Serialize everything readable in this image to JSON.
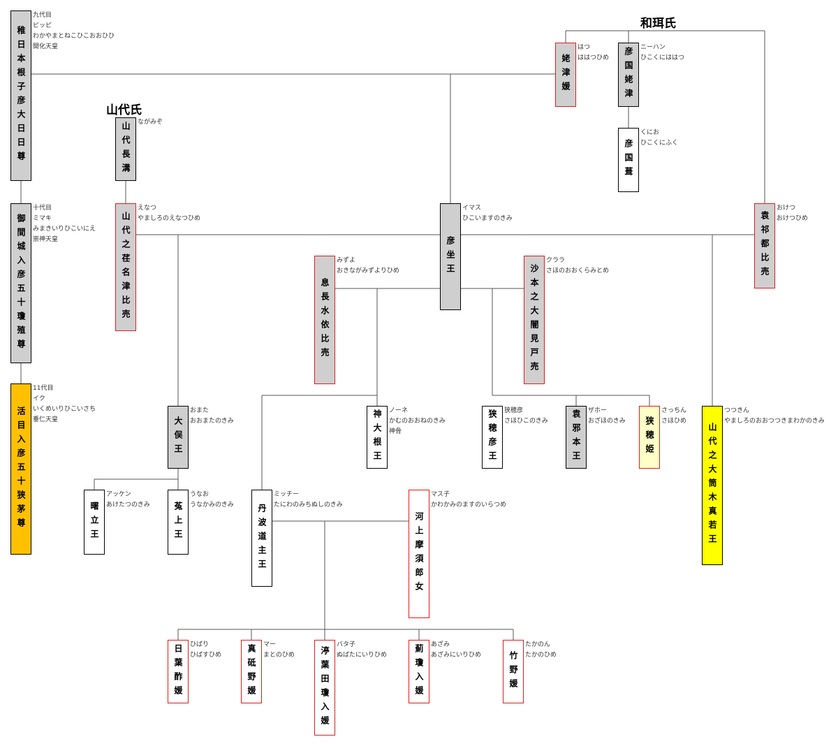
{
  "clans": {
    "wani": "和珥氏",
    "yamashiro": "山代氏"
  },
  "persons": {
    "kaika": {
      "name": "稚日本根子彦大日日尊",
      "notes": [
        "九代目",
        "ピッピ",
        "わかやまとねこひこおおひひ",
        "開化天皇"
      ]
    },
    "sujin": {
      "name": "御間城入彦五十瓊殖尊",
      "notes": [
        "十代目",
        "ミマキ",
        "みまきいりひこいにえ",
        "崇神天皇"
      ]
    },
    "suinin": {
      "name": "活目入彦五十狭茅尊",
      "notes": [
        "11代目",
        "イク",
        "いくめいりひこいさち",
        "垂仁天皇"
      ]
    },
    "hahatsu": {
      "name": "姥津媛",
      "notes": [
        "はつ",
        "ははつひめ"
      ]
    },
    "hikokuni_hahatsu": {
      "name": "彦国姥津",
      "notes": [
        "ニーハン",
        "ひこくにははつ"
      ]
    },
    "hikokuni_fuku": {
      "name": "彦国葺",
      "notes": [
        "くにお",
        "ひこくにふく"
      ]
    },
    "nagamizo": {
      "name": "山代長溝",
      "notes": [
        "ながみぞ"
      ]
    },
    "enatsu": {
      "name": "山代之荏名津比売",
      "notes": [
        "えなつ",
        "やましろのえなつひめ"
      ]
    },
    "imasu": {
      "name": "彦坐王",
      "notes": [
        "イマス",
        "ひこいますのきみ"
      ]
    },
    "okeshi": {
      "name": "袁祁都比売",
      "notes": [
        "おけつ",
        "おけつひめ"
      ]
    },
    "mizuyori": {
      "name": "息長水依比売",
      "notes": [
        "みずよ",
        "おきながみずよりひめ"
      ]
    },
    "kurami": {
      "name": "沙本之大闇見戸売",
      "notes": [
        "クララ",
        "さほのおおくらみとめ"
      ]
    },
    "omata": {
      "name": "大俣王",
      "notes": [
        "おまた",
        "おおまたのきみ"
      ]
    },
    "kamuoone": {
      "name": "神大根王",
      "notes": [
        "ノーネ",
        "かむのおおねのきみ",
        "神骨"
      ]
    },
    "sahobiko": {
      "name": "狭穂彦王",
      "notes": [
        "狭穂彦",
        "さほひこのきみ"
      ]
    },
    "zaho": {
      "name": "袁邪本王",
      "notes": [
        "ザホー",
        "おざほのきみ"
      ]
    },
    "sahobime": {
      "name": "狭穂姫",
      "notes": [
        "さっちん",
        "さほひめ"
      ]
    },
    "tsutsuki": {
      "name": "山代之大筒木真若王",
      "notes": [
        "つつきん",
        "やましろのおおつつきまわかのきみ"
      ]
    },
    "aketatsu": {
      "name": "曙立王",
      "notes": [
        "アッケン",
        "あけたつのきみ"
      ]
    },
    "unakami": {
      "name": "菟上王",
      "notes": [
        "うなお",
        "うなかみのきみ"
      ]
    },
    "michinoushi": {
      "name": "丹波道主王",
      "notes": [
        "ミッチー",
        "たにわのみちぬしのきみ"
      ]
    },
    "masuno": {
      "name": "河上摩須郎女",
      "notes": [
        "マス子",
        "かわかみのますのいらつめ"
      ]
    },
    "hibasu": {
      "name": "日葉酢媛",
      "notes": [
        "ひばり",
        "ひばすひめ"
      ]
    },
    "matono": {
      "name": "真砥野媛",
      "notes": [
        "マー",
        "まとのひめ"
      ]
    },
    "nubatani": {
      "name": "渟葉田瓊入媛",
      "notes": [
        "バタ子",
        "ぬばたにいりひめ"
      ]
    },
    "azami": {
      "name": "薊瓊入媛",
      "notes": [
        "あざみ",
        "あざみにいりひめ"
      ]
    },
    "takano": {
      "name": "竹野媛",
      "notes": [
        "たかのん",
        "たかのひめ"
      ]
    }
  }
}
